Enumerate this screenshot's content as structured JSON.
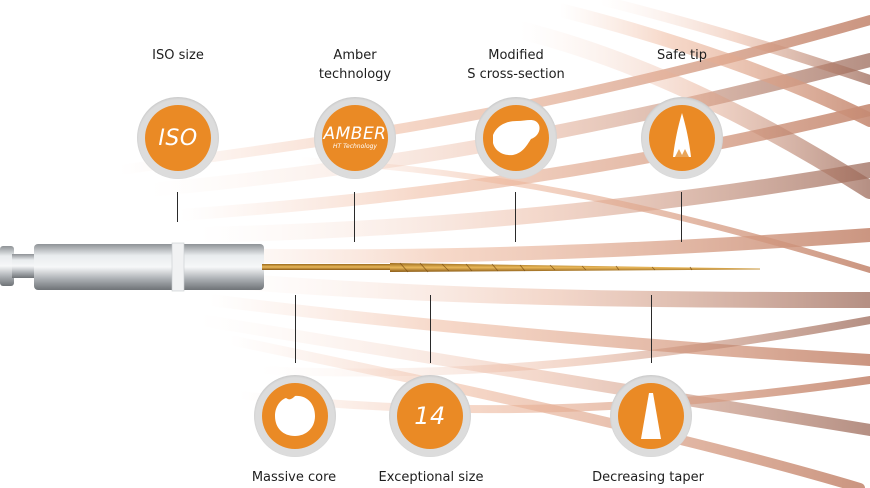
{
  "features_top": [
    {
      "label_lines": [
        "ISO size"
      ],
      "badge_text": "ISO",
      "icon": "iso-text-icon"
    },
    {
      "label_lines": [
        "Amber",
        "technology"
      ],
      "badge_text": "AMBER",
      "badge_subtext": "HT Technology",
      "icon": "amber-logo-icon"
    },
    {
      "label_lines": [
        "Modified",
        "S cross-section"
      ],
      "icon": "s-cross-section-icon"
    },
    {
      "label_lines": [
        "Safe tip"
      ],
      "icon": "safe-tip-icon"
    }
  ],
  "features_bottom": [
    {
      "label_lines": [
        "Massive core"
      ],
      "icon": "massive-core-icon"
    },
    {
      "label_lines": [
        "Exceptional size"
      ],
      "badge_text": "14",
      "icon": "size-14-icon"
    },
    {
      "label_lines": [
        "Decreasing taper"
      ],
      "icon": "decreasing-taper-icon"
    }
  ],
  "colors": {
    "badge_orange": "#ea8a25",
    "badge_ring": "#dcdcdc",
    "file_gold": "#c8922a",
    "steel": "#c6c9cc"
  }
}
